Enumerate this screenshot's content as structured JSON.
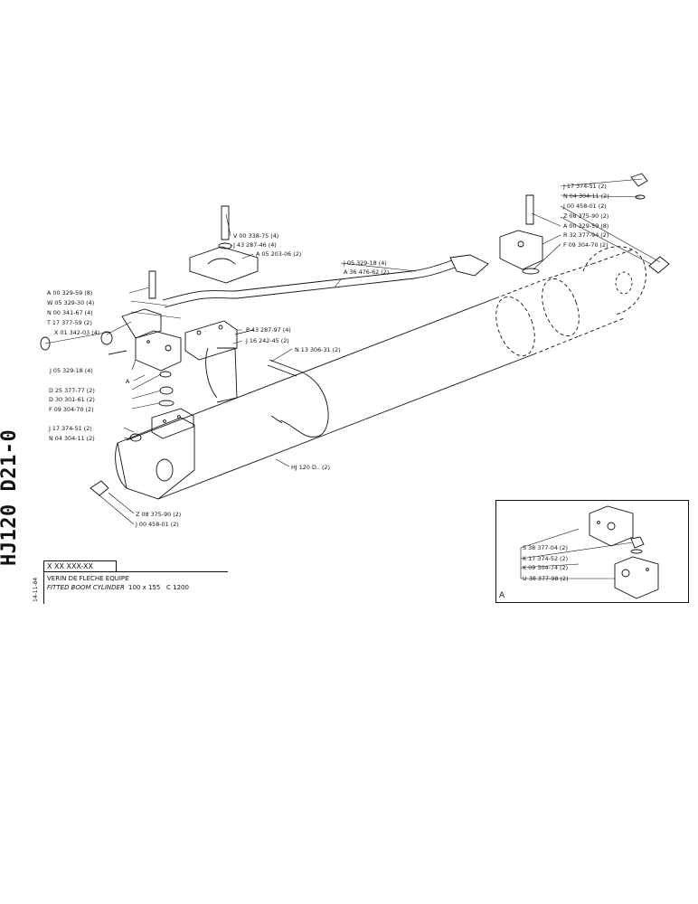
{
  "drawing_number": "HJ120 D21-0",
  "date": "14-11-84",
  "reference": "X XX XXX-XX",
  "title_fr": "VERIN DE FLECHE EQUIPE",
  "title_en": "FITTED BOOM CYLINDER",
  "size": "100 x 155",
  "code": "C 1200",
  "view_marker": "A",
  "inset_marker": "A",
  "callouts": {
    "a00329_59_8_left": "A 00 329-59 (8)",
    "w05329_30_4": "W 05 329-30 (4)",
    "n00341_67_4": "N 00 341-67 (4)",
    "t17377_59_2": "T 17 377-59 (2)",
    "x01342_03_4": "X 01 342-03 (4)",
    "j05329_18_4_left": "J 05 329-18 (4)",
    "a_marker": "A",
    "d25377_77_2": "D 25 377-77 (2)",
    "d30301_61_2": "D 30 301-61 (2)",
    "f09304_70_2_left": "F 09 304-70 (2)",
    "j17374_51_2_left": "J 17 374-51 (2)",
    "n04304_11_2_left": "N 04 304-11 (2)",
    "z08375_90_2_bottom": "Z 08 375-90 (2)",
    "j00458_01_2_bottom": "J 00 458-01 (2)",
    "v00338_75_4": "V 00 338-75 (4)",
    "j43287_46_4": "J 43 287-46 (4)",
    "a05203_06_2": "A 05 203-06 (2)",
    "j05329_18_4_mid": "J 05 329-18 (4)",
    "a36476_62_2": "A 36 476-62 (2)",
    "p43287_97_4": "P 43 287-97 (4)",
    "j16242_45_2": "J 16 242-45 (2)",
    "n13306_31_2": "N 13 306-31 (2)",
    "hj120_d": "HJ 120 D.. (2)",
    "j17374_51_2_right": "J 17 374-51 (2)",
    "n04304_11_2_right": "N 04 304-11 (2)",
    "j00458_01_2_right": "J 00 458-01 (2)",
    "z08375_90_2_right": "Z 08 375-90 (2)",
    "a00329_59_8_right": "A 00 329-59 (8)",
    "r32377_94_2": "R 32 377-94 (2)",
    "f09304_70_2_right": "F 09 304-70 (2)",
    "s38377_04_2": "S 38 377-04 (2)",
    "k17374_52_2": "K 17 374-52 (2)",
    "k09304_74_2": "K 09 304-74 (2)",
    "u38377_98_2": "U 38 377-98 (2)"
  }
}
